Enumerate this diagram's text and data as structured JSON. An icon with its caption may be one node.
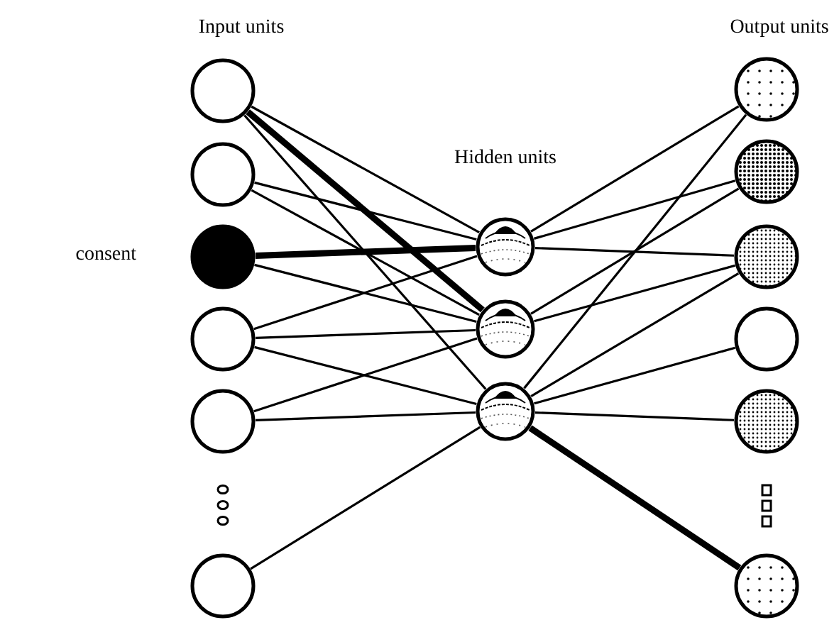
{
  "diagram": {
    "nodes": [
      {
        "text": [],
        "shape": "circle"
      },
      {
        "text": [],
        "shape": "circle"
      },
      {
        "text": [],
        "shape": "circle",
        "beside": [
          "consent"
        ]
      },
      {
        "text": [],
        "shape": "circle"
      },
      {
        "text": [],
        "shape": "circle"
      },
      {
        "text": [],
        "shape": "circle"
      },
      {
        "text": [],
        "shape": "circle"
      },
      {
        "text": [],
        "shape": "circle"
      },
      {
        "text": [],
        "shape": "circle"
      },
      {
        "text": [],
        "shape": "circle"
      },
      {
        "text": [],
        "shape": "circle"
      },
      {
        "text": [],
        "shape": "circle"
      },
      {
        "text": [],
        "shape": "circle"
      },
      {
        "text": [],
        "shape": "circle"
      },
      {
        "text": [],
        "shape": "circle"
      }
    ],
    "edges": [
      {
        "from": 0,
        "to": 6,
        "arrow": "none"
      },
      {
        "from": 0,
        "to": 7,
        "arrow": "none",
        "style": "thick"
      },
      {
        "from": 0,
        "to": 8,
        "arrow": "none"
      },
      {
        "from": 1,
        "to": 6,
        "arrow": "none"
      },
      {
        "from": 1,
        "to": 7,
        "arrow": "none"
      },
      {
        "from": 2,
        "to": 6,
        "arrow": "none",
        "style": "thick"
      },
      {
        "from": 2,
        "to": 7,
        "arrow": "none"
      },
      {
        "from": 3,
        "to": 6,
        "arrow": "none"
      },
      {
        "from": 3,
        "to": 7,
        "arrow": "none"
      },
      {
        "from": 3,
        "to": 8,
        "arrow": "none"
      },
      {
        "from": 4,
        "to": 7,
        "arrow": "none"
      },
      {
        "from": 4,
        "to": 8,
        "arrow": "none"
      },
      {
        "from": 5,
        "to": 8,
        "arrow": "none"
      },
      {
        "from": 6,
        "to": 9,
        "arrow": "none"
      },
      {
        "from": 6,
        "to": 10,
        "arrow": "none"
      },
      {
        "from": 6,
        "to": 11,
        "arrow": "none"
      },
      {
        "from": 7,
        "to": 10,
        "arrow": "none"
      },
      {
        "from": 7,
        "to": 11,
        "arrow": "none"
      },
      {
        "from": 8,
        "to": 9,
        "arrow": "none"
      },
      {
        "from": 8,
        "to": 11,
        "arrow": "none"
      },
      {
        "from": 8,
        "to": 12,
        "arrow": "none"
      },
      {
        "from": 8,
        "to": 13,
        "arrow": "none"
      },
      {
        "from": 8,
        "to": 14,
        "arrow": "none",
        "style": "thick"
      }
    ],
    "labels": [
      "Input units",
      "Hidden units",
      "Output units"
    ]
  }
}
